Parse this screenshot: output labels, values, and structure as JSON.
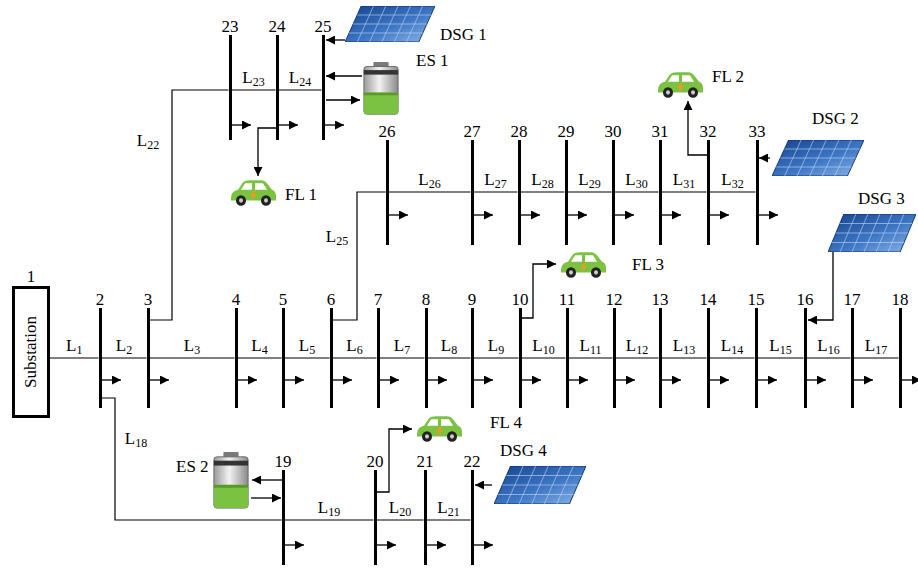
{
  "diagram": {
    "nodes": [
      {
        "text": [
          "1",
          "Substation"
        ]
      },
      {
        "text": [
          "2"
        ]
      },
      {
        "text": [
          "3"
        ]
      },
      {
        "text": [
          "4"
        ]
      },
      {
        "text": [
          "5"
        ]
      },
      {
        "text": [
          "6"
        ]
      },
      {
        "text": [
          "7"
        ]
      },
      {
        "text": [
          "8"
        ]
      },
      {
        "text": [
          "9"
        ]
      },
      {
        "text": [
          "10"
        ]
      },
      {
        "text": [
          "11"
        ]
      },
      {
        "text": [
          "12"
        ]
      },
      {
        "text": [
          "13"
        ]
      },
      {
        "text": [
          "14"
        ]
      },
      {
        "text": [
          "15"
        ]
      },
      {
        "text": [
          "16"
        ]
      },
      {
        "text": [
          "17"
        ]
      },
      {
        "text": [
          "18"
        ]
      },
      {
        "text": [
          "19"
        ]
      },
      {
        "text": [
          "20"
        ]
      },
      {
        "text": [
          "21"
        ]
      },
      {
        "text": [
          "22"
        ]
      },
      {
        "text": [
          "23"
        ]
      },
      {
        "text": [
          "24"
        ]
      },
      {
        "text": [
          "25"
        ]
      },
      {
        "text": [
          "26"
        ]
      },
      {
        "text": [
          "27"
        ]
      },
      {
        "text": [
          "28"
        ]
      },
      {
        "text": [
          "29"
        ]
      },
      {
        "text": [
          "30"
        ]
      },
      {
        "text": [
          "31"
        ]
      },
      {
        "text": [
          "32"
        ]
      },
      {
        "text": [
          "33"
        ]
      }
    ],
    "edges": [
      {
        "from": 0,
        "to": 1,
        "arrow": "none",
        "label": "L1"
      },
      {
        "from": 1,
        "to": 2,
        "arrow": "none",
        "label": "L2"
      },
      {
        "from": 2,
        "to": 3,
        "arrow": "none",
        "label": "L3"
      },
      {
        "from": 3,
        "to": 4,
        "arrow": "none",
        "label": "L4"
      },
      {
        "from": 4,
        "to": 5,
        "arrow": "none",
        "label": "L5"
      },
      {
        "from": 5,
        "to": 6,
        "arrow": "none",
        "label": "L6"
      },
      {
        "from": 6,
        "to": 7,
        "arrow": "none",
        "label": "L7"
      },
      {
        "from": 7,
        "to": 8,
        "arrow": "none",
        "label": "L8"
      },
      {
        "from": 8,
        "to": 9,
        "arrow": "none",
        "label": "L9"
      },
      {
        "from": 9,
        "to": 10,
        "arrow": "none",
        "label": "L10"
      },
      {
        "from": 10,
        "to": 11,
        "arrow": "none",
        "label": "L11"
      },
      {
        "from": 11,
        "to": 12,
        "arrow": "none",
        "label": "L12"
      },
      {
        "from": 12,
        "to": 13,
        "arrow": "none",
        "label": "L13"
      },
      {
        "from": 13,
        "to": 14,
        "arrow": "none",
        "label": "L14"
      },
      {
        "from": 14,
        "to": 15,
        "arrow": "none",
        "label": "L15"
      },
      {
        "from": 15,
        "to": 16,
        "arrow": "none",
        "label": "L16"
      },
      {
        "from": 16,
        "to": 17,
        "arrow": "none",
        "label": "L17"
      },
      {
        "from": 1,
        "to": 18,
        "arrow": "none",
        "label": "L18"
      },
      {
        "from": 18,
        "to": 19,
        "arrow": "none",
        "label": "L19"
      },
      {
        "from": 19,
        "to": 20,
        "arrow": "none",
        "label": "L20"
      },
      {
        "from": 20,
        "to": 21,
        "arrow": "none",
        "label": "L21"
      },
      {
        "from": 2,
        "to": 22,
        "arrow": "none",
        "label": "L22"
      },
      {
        "from": 22,
        "to": 23,
        "arrow": "none",
        "label": "L23"
      },
      {
        "from": 23,
        "to": 24,
        "arrow": "none",
        "label": "L24"
      },
      {
        "from": 5,
        "to": 25,
        "arrow": "none",
        "label": "L25"
      },
      {
        "from": 25,
        "to": 26,
        "arrow": "none",
        "label": "L26"
      },
      {
        "from": 26,
        "to": 27,
        "arrow": "none",
        "label": "L27"
      },
      {
        "from": 27,
        "to": 28,
        "arrow": "none",
        "label": "L28"
      },
      {
        "from": 28,
        "to": 29,
        "arrow": "none",
        "label": "L29"
      },
      {
        "from": 29,
        "to": 30,
        "arrow": "none",
        "label": "L30"
      },
      {
        "from": 30,
        "to": 31,
        "arrow": "none",
        "label": "L31"
      },
      {
        "from": 31,
        "to": 32,
        "arrow": "none",
        "label": "L32"
      }
    ],
    "labels": [
      "DSG 1",
      "ES 1",
      "FL 1",
      "FL 2",
      "DSG 2",
      "DSG 3",
      "FL 3",
      "FL 4",
      "DSG 4",
      "ES 2"
    ]
  }
}
